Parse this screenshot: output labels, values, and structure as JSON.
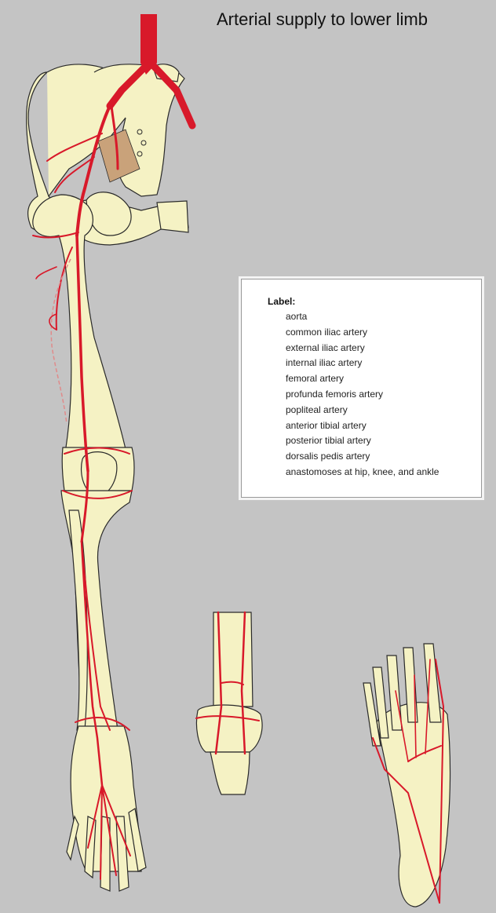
{
  "title": "Arterial supply to lower limb",
  "legend": {
    "heading": "Label:",
    "items": [
      "aorta",
      "common iliac artery",
      "external iliac artery",
      "internal iliac artery",
      "femoral artery",
      "profunda femoris artery",
      "popliteal artery",
      "anterior tibial artery",
      "posterior tibial artery",
      "dorsalis pedis artery",
      "anastomoses at hip, knee, and ankle"
    ]
  },
  "colors": {
    "background": "#c4c4c4",
    "bone": "#f5f2c4",
    "bone_outline": "#2a2a2a",
    "artery": "#d8192a",
    "muscle": "#c9a27a"
  }
}
